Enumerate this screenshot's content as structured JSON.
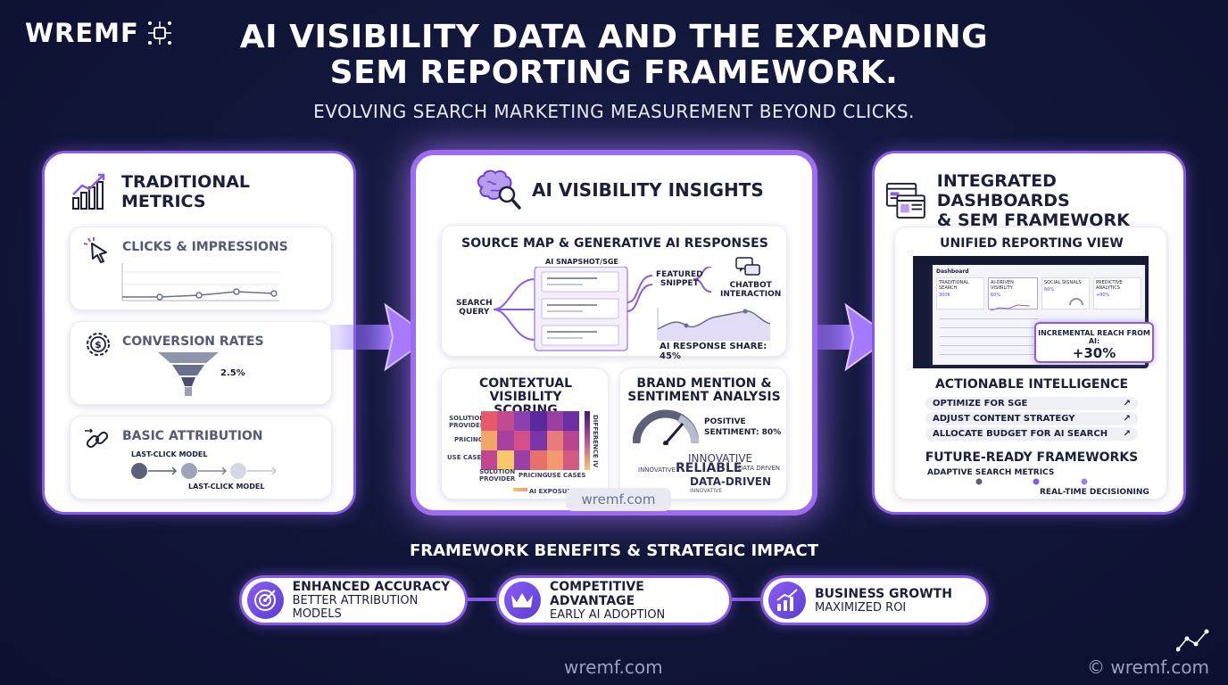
{
  "header": {
    "logo": "WREMF",
    "title_line1": "AI VISIBILITY DATA AND THE EXPANDING",
    "title_line2": "SEM REPORTING FRAMEWORK.",
    "subtitle": "EVOLVING SEARCH MARKETING MEASUREMENT BEYOND CLICKS."
  },
  "left_panel": {
    "title_line1": "TRADITIONAL",
    "title_line2": "METRICS",
    "cards": [
      {
        "label": "CLICKS & IMPRESSIONS"
      },
      {
        "label": "CONVERSION RATES",
        "value": "2.5%"
      },
      {
        "label": "BASIC ATTRIBUTION",
        "model_top": "LAST-CLICK MODEL",
        "model_bottom": "LAST-CLICK MODEL"
      }
    ]
  },
  "middle_panel": {
    "title": "AI VISIBILITY INSIGHTS",
    "source_map": {
      "title": "SOURCE MAP & GENERATIVE AI RESPONSES",
      "snapshot": "AI SNAPSHOT/SGE",
      "query_line1": "SEARCH",
      "query_line2": "QUERY",
      "featured_line1": "FEATURED",
      "featured_line2": "SNIPPET",
      "chatbot_line1": "CHATBOT",
      "chatbot_line2": "INTERACTION",
      "share": "AI RESPONSE SHARE: 45%"
    },
    "contextual": {
      "title_line1": "CONTEXTUAL VISIBILITY",
      "title_line2": "SCORING",
      "rows": [
        "SOLUTION\nPROVIDER",
        "PRICING",
        "USE CASES"
      ],
      "cols": [
        "SOLUTION\nPROVIDER",
        "PRICING",
        "USE CASES"
      ],
      "legend": "DIFFERENCE IV",
      "xlabel": "AI EXPOSURE"
    },
    "brand": {
      "title_line1": "BRAND MENTION &",
      "title_line2": "SENTIMENT ANALYSIS",
      "sentiment_line1": "POSITIVE",
      "sentiment_line2": "SENTIMENT: 80%",
      "words": {
        "w1": "INNOVATIVE",
        "w2": "RELIABLE",
        "w3": "DATA-DRIVEN",
        "w4": "INNOVATIVE",
        "w5": "DATA DRIVEN",
        "w6": "INNOVATIVE"
      }
    },
    "watermark": "wremf.com"
  },
  "right_panel": {
    "title_line1": "INTEGRATED DASHBOARDS",
    "title_line2": "& SEM FRAMEWORK",
    "unified": {
      "title": "UNIFIED REPORTING VIEW",
      "dash_title": "Dashboard",
      "tiles": [
        {
          "label": "TRADITIONAL SEARCH",
          "value": "300K"
        },
        {
          "label": "AI-DRIVEN VISIBILITY",
          "value": "60%"
        },
        {
          "label": "SOCIAL SIGNALS",
          "value": "60%"
        },
        {
          "label": "PREDICTIVE ANALYTICS",
          "value": "+80%"
        }
      ],
      "reach_label": "INCREMENTAL REACH FROM AI:",
      "reach_value": "+30%"
    },
    "actionable": {
      "title": "ACTIONABLE INTELLIGENCE",
      "items": [
        "OPTIMIZE FOR SGE",
        "ADJUST CONTENT STRATEGY",
        "ALLOCATE BUDGET FOR AI SEARCH"
      ]
    },
    "future": {
      "title": "FUTURE-READY FRAMEWORKS",
      "label_top": "ADAPTIVE SEARCH METRICS",
      "label_bottom": "REAL-TIME DECISIONING"
    }
  },
  "benefits": {
    "title": "FRAMEWORK BENEFITS & STRATEGIC IMPACT",
    "items": [
      {
        "title": "ENHANCED ACCURACY",
        "sub": "BETTER ATTRIBUTION MODELS"
      },
      {
        "title": "COMPETITIVE ADVANTAGE",
        "sub": "EARLY AI ADOPTION"
      },
      {
        "title": "BUSINESS GROWTH",
        "sub": "MAXIMIZED ROI"
      }
    ]
  },
  "footer": {
    "center": "wremf.com",
    "right": "© wremf.com"
  },
  "colors": {
    "background": "#111538",
    "accent": "#8a5ae6",
    "heat_dark": "#4a1a8a",
    "heat_light": "#f8c86a"
  }
}
